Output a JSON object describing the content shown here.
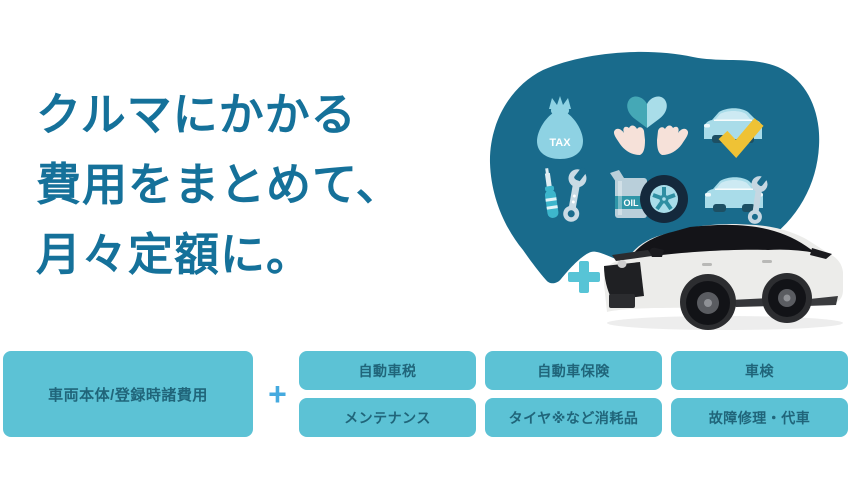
{
  "header": {
    "headline_lines": [
      "クルマにかかる",
      "費用をまとめて、",
      "月々定額に。"
    ]
  },
  "illustration": {
    "description": "teal blob speech-bubble with cost icons above a white SUV",
    "icon_names": [
      "tax-bag-icon",
      "heart-in-hands-icon",
      "car-approved-icon",
      "tools-icon",
      "oil-and-tire-icon",
      "car-repair-icon"
    ],
    "tax_bag_label": "TAX",
    "oil_can_label": "OIL",
    "plus_label": "+"
  },
  "cost_breakdown": {
    "vehicle_label": "車両本体/登録時諸費用",
    "plus_label": "+",
    "items": [
      "自動車税",
      "自動車保険",
      "車検",
      "メンテナンス",
      "タイヤ※など消耗品",
      "故障修理・代車"
    ]
  },
  "colors": {
    "headline": "#15719a",
    "blob": "#196b8c",
    "icon_light_blue": "#a9dce9",
    "hands_pink": "#f6e1d9",
    "check_yellow": "#efc235",
    "chip_bg": "#5cc2d5",
    "chip_text": "#20657a",
    "plus_between_chips": "#45aadf",
    "plus_large": "#57c4d6"
  }
}
